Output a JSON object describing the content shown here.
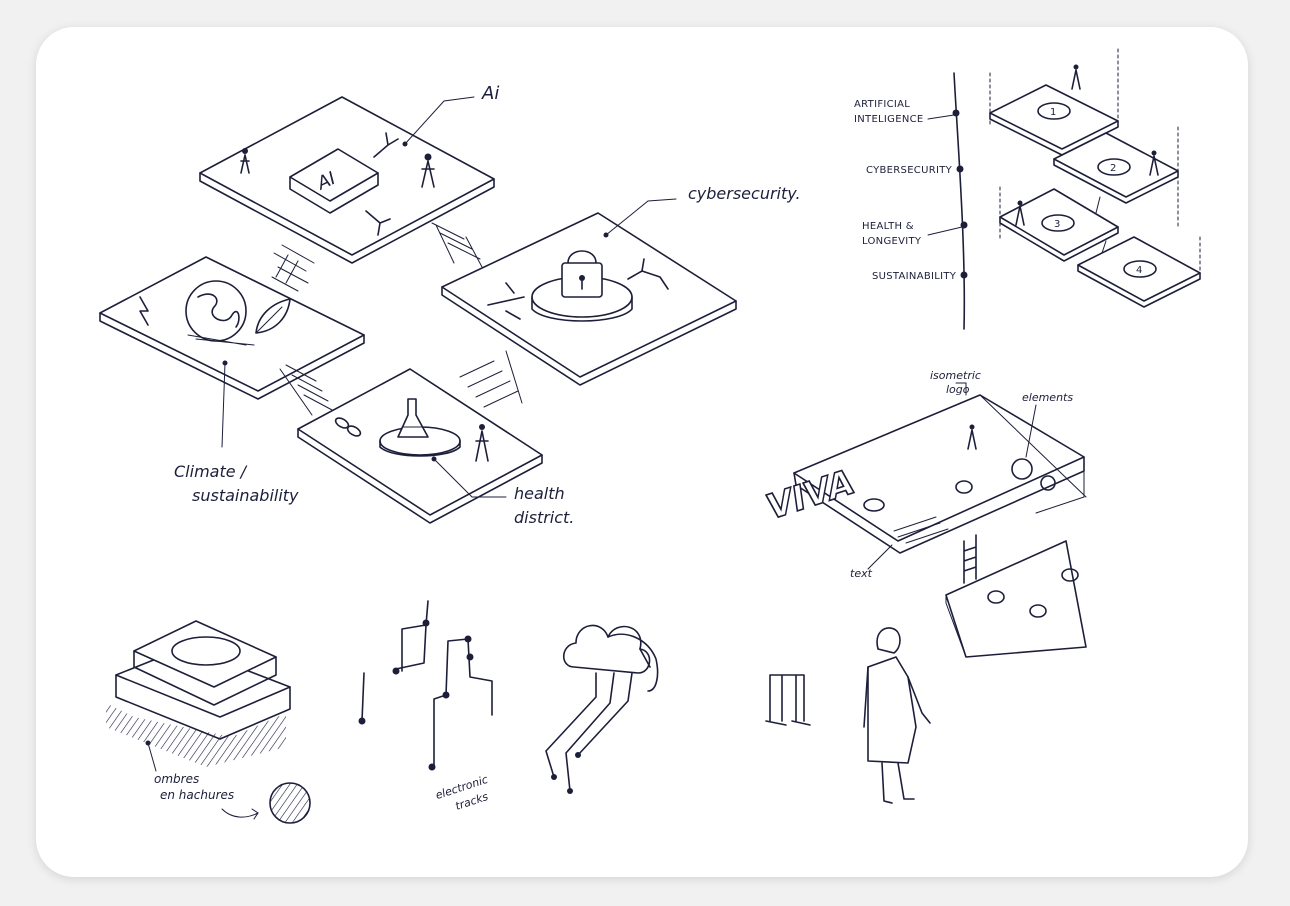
{
  "labels": {
    "ai": "Ai",
    "cybersecurity": "cybersecurity.",
    "climate_line1": "Climate /",
    "climate_line2": "sustainability",
    "health_line1": "health",
    "health_line2": "district.",
    "ai_block": "AI"
  },
  "timeline": {
    "items": [
      "ARTIFICIAL",
      "INTELIGENCE",
      "CYBERSECURITY",
      "HEALTH &",
      "LONGEVITY",
      "SUSTAINABILITY"
    ],
    "platforms": [
      "1",
      "2",
      "3",
      "4"
    ]
  },
  "logo_sketch": {
    "logo_text": "VIVA",
    "isometric_line1": "isometric",
    "isometric_line2": "logo",
    "elements": "elements",
    "text": "text"
  },
  "bottom": {
    "shadow_line1": "ombres",
    "shadow_line2": "en hachures",
    "tracks_line1": "electronic",
    "tracks_line2": "tracks"
  },
  "colors": {
    "ink": "#1d1f3a",
    "paper": "#ffffff",
    "background": "#f1f1f1"
  }
}
